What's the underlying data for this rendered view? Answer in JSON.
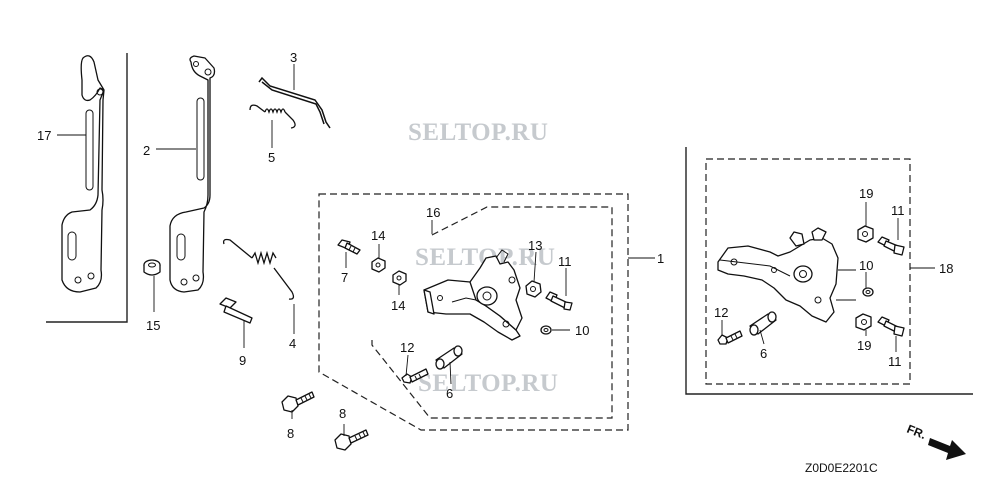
{
  "diagram": {
    "watermarks": [
      "SELTOP.RU",
      "SELTOP.RU",
      "SELTOP.RU"
    ],
    "drawing_code": "Z0D0E2201C",
    "direction_label": "FR.",
    "callouts": [
      {
        "id": "c17",
        "number": "17",
        "part": "control-rod-17"
      },
      {
        "id": "c2",
        "number": "2",
        "part": "control-rod-2"
      },
      {
        "id": "c3",
        "number": "3",
        "part": "governor-rod"
      },
      {
        "id": "c5",
        "number": "5",
        "part": "governor-spring"
      },
      {
        "id": "c15",
        "number": "15",
        "part": "nut-15"
      },
      {
        "id": "c9",
        "number": "9",
        "part": "pin-9"
      },
      {
        "id": "c4",
        "number": "4",
        "part": "throttle-return-spring"
      },
      {
        "id": "c7",
        "number": "7",
        "part": "bolt-7"
      },
      {
        "id": "c14a",
        "number": "14",
        "part": "nut-14-upper"
      },
      {
        "id": "c14b",
        "number": "14",
        "part": "nut-14-lower"
      },
      {
        "id": "c16",
        "number": "16",
        "part": "control-bracket"
      },
      {
        "id": "c13",
        "number": "13",
        "part": "nut-13"
      },
      {
        "id": "c11a",
        "number": "11",
        "part": "bolt-11-main"
      },
      {
        "id": "c10a",
        "number": "10",
        "part": "washer-10-main"
      },
      {
        "id": "c12a",
        "number": "12",
        "part": "screw-12-main"
      },
      {
        "id": "c6a",
        "number": "6",
        "part": "collar-6-main"
      },
      {
        "id": "c1",
        "number": "1",
        "part": "control-base-assembly"
      },
      {
        "id": "c8a",
        "number": "8",
        "part": "bolt-8-upper"
      },
      {
        "id": "c8b",
        "number": "8",
        "part": "bolt-8-lower"
      },
      {
        "id": "c19a",
        "number": "19",
        "part": "nut-19-upper"
      },
      {
        "id": "c11b",
        "number": "11",
        "part": "bolt-11-upper"
      },
      {
        "id": "c10b",
        "number": "10",
        "part": "washer-10-right"
      },
      {
        "id": "c12b",
        "number": "12",
        "part": "screw-12-right"
      },
      {
        "id": "c6b",
        "number": "6",
        "part": "collar-6-right"
      },
      {
        "id": "c19b",
        "number": "19",
        "part": "nut-19-lower"
      },
      {
        "id": "c11c",
        "number": "11",
        "part": "bolt-11-lower"
      },
      {
        "id": "c18",
        "number": "18",
        "part": "control-assembly-right"
      }
    ]
  }
}
